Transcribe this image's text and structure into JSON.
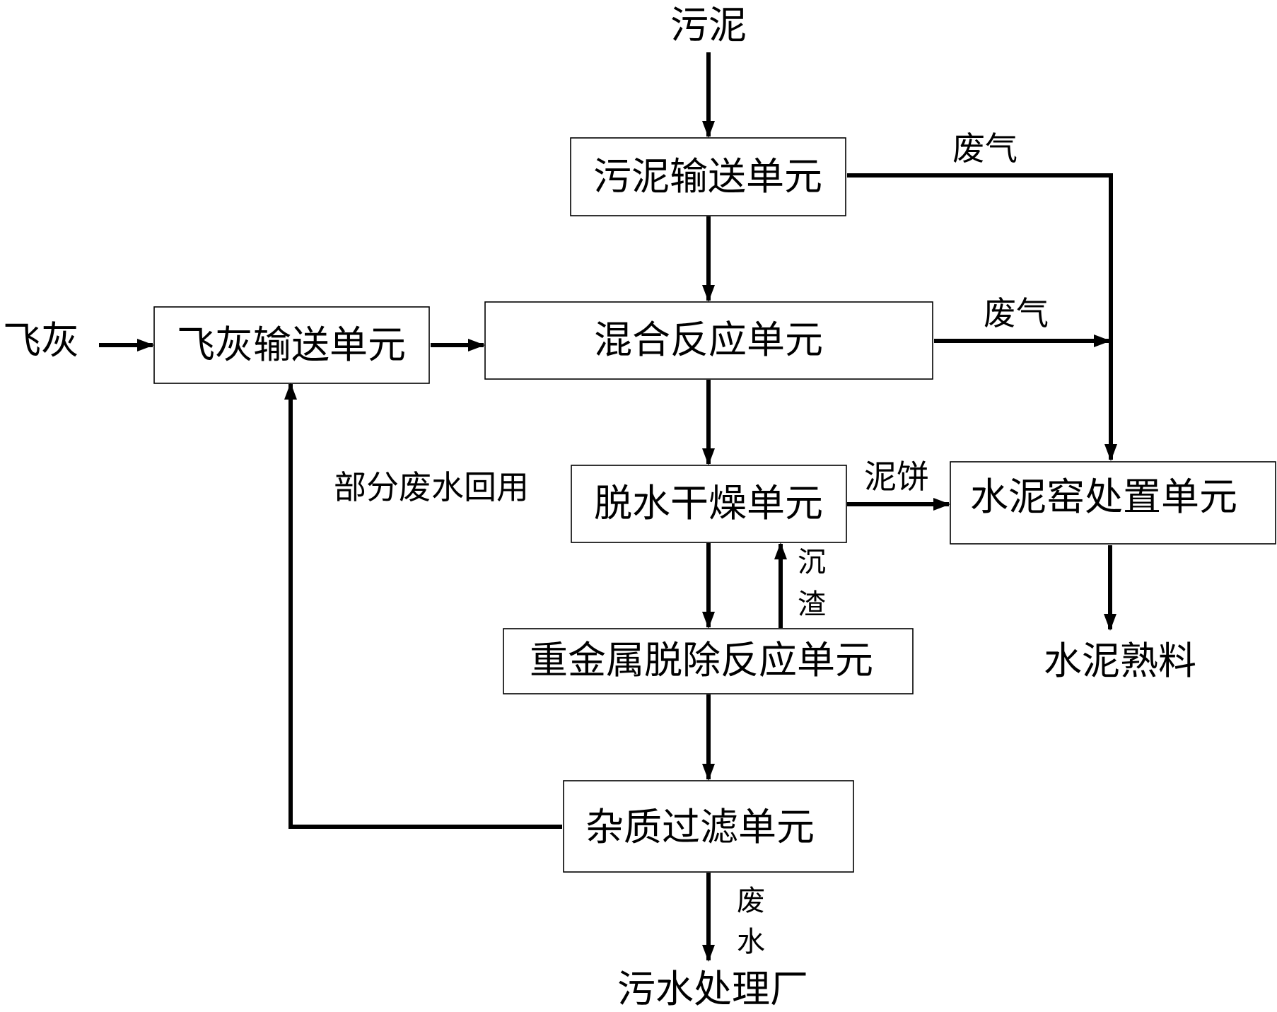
{
  "inputs": {
    "sludge": "污泥",
    "fly_ash": "飞灰"
  },
  "units": {
    "sludge_conveying": "污泥输送单元",
    "fly_ash_conveying": "飞灰输送单元",
    "mixing_reaction": "混合反应单元",
    "dewatering_drying": "脱水干燥单元",
    "cement_kiln_disposal": "水泥窑处置单元",
    "heavy_metal_removal": "重金属脱除反应单元",
    "impurity_filtration": "杂质过滤单元"
  },
  "flow_labels": {
    "exhaust_gas_1": "废气",
    "exhaust_gas_2": "废气",
    "sludge_cake": "泥饼",
    "sediment_1": "沉",
    "sediment_2": "渣",
    "wastewater_1": "废",
    "wastewater_2": "水",
    "partial_wastewater_reuse": "部分废水回用"
  },
  "outputs": {
    "cement_clinker": "水泥熟料",
    "sewage_plant": "污水处理厂"
  }
}
